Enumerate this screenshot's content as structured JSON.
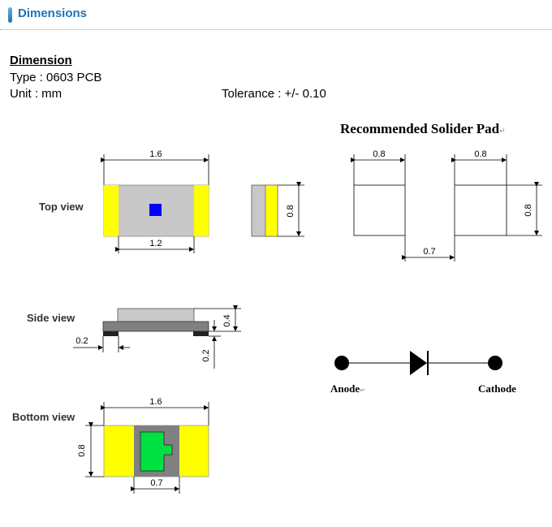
{
  "header": {
    "title": "Dimensions"
  },
  "dimension": {
    "heading": "Dimension",
    "type_line": "Type : 0603  PCB",
    "unit_line": "Unit : mm",
    "tolerance_line": "Tolerance : +/- 0.10"
  },
  "views": {
    "top": {
      "label": "Top view",
      "length": "1.6",
      "inner_length": "1.2",
      "end_height": "0.8"
    },
    "side": {
      "label": "Side view",
      "pad": "0.2",
      "height": "0.4",
      "base": "0.2"
    },
    "bottom": {
      "label": "Bottom view",
      "length": "1.6",
      "height": "0.8",
      "pad_width": "0.7"
    }
  },
  "solder_pad": {
    "title": "Recommended Solider Pad",
    "title_mark": "↵",
    "left_width": "0.8",
    "right_width": "0.8",
    "height": "0.8",
    "gap": "0.7"
  },
  "diode": {
    "anode": "Anode",
    "anode_mark": "↵",
    "cathode": "Cathode"
  },
  "colors": {
    "header_text": "#1f73b7",
    "body_grey": "#c8c8c8",
    "terminal_yellow": "#ffff00",
    "chip_blue": "#0000ff",
    "pad_green": "#00e040",
    "dark_grey": "#808080"
  }
}
